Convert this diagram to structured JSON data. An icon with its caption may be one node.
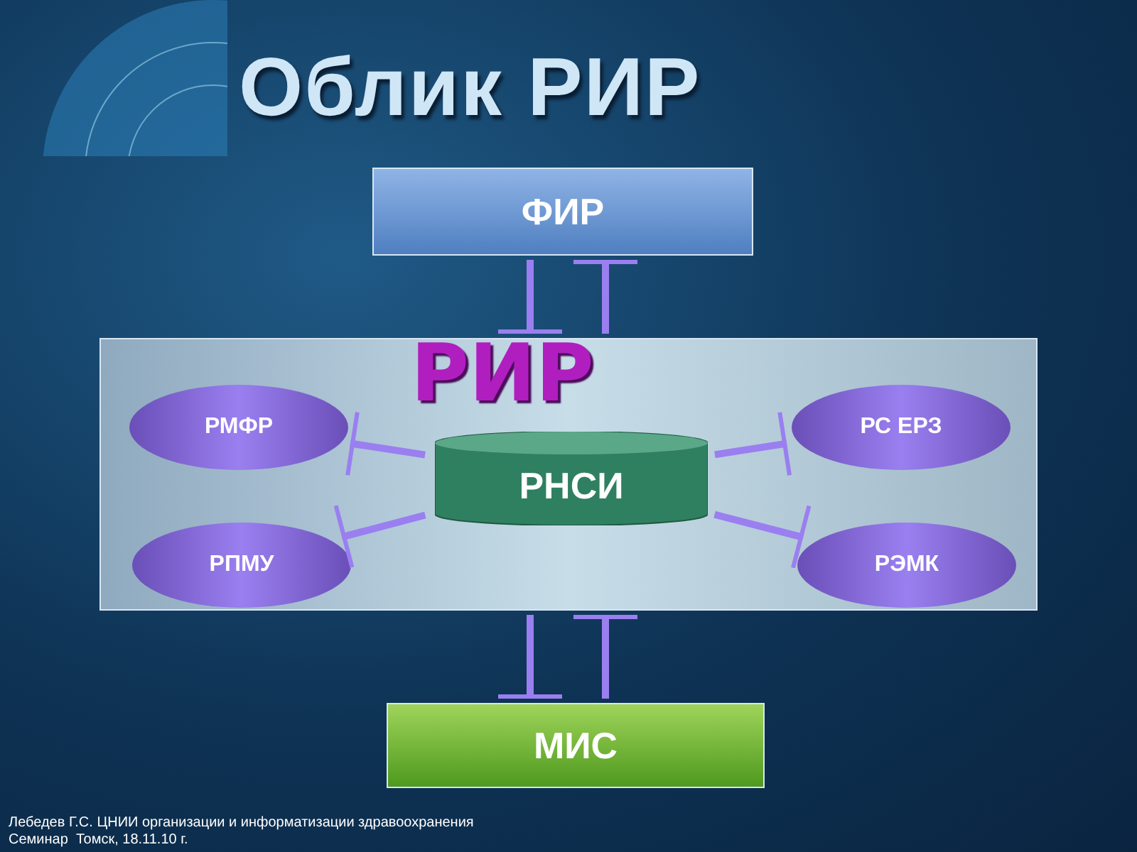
{
  "diagram": {
    "title": "Облик РИР",
    "nodes": [
      {
        "text": [
          "ФИР"
        ]
      },
      {
        "text": [
          "РИР"
        ]
      },
      {
        "text": [
          "РМФР"
        ],
        "in": 1
      },
      {
        "text": [
          "РС ЕРЗ"
        ],
        "in": 1
      },
      {
        "text": [
          "РНСИ"
        ],
        "in": 1
      },
      {
        "text": [
          "РПМУ"
        ],
        "in": 1
      },
      {
        "text": [
          "РЭМК"
        ],
        "in": 1
      },
      {
        "text": [
          "МИС"
        ]
      }
    ],
    "edges": [
      {
        "from": 0,
        "to": 1,
        "arrow": "other"
      },
      {
        "from": 1,
        "to": 0,
        "arrow": "other"
      },
      {
        "from": 4,
        "to": 2,
        "arrow": "other"
      },
      {
        "from": 4,
        "to": 3,
        "arrow": "other"
      },
      {
        "from": 4,
        "to": 5,
        "arrow": "other"
      },
      {
        "from": 4,
        "to": 6,
        "arrow": "other"
      },
      {
        "from": 1,
        "to": 7,
        "arrow": "other"
      },
      {
        "from": 7,
        "to": 1,
        "arrow": "other"
      }
    ],
    "labels": [
      "Лебедев Г.С. ЦНИИ организации и информатизации здравоохранения",
      "Семинар  Томск, 18.11.10 г."
    ]
  }
}
